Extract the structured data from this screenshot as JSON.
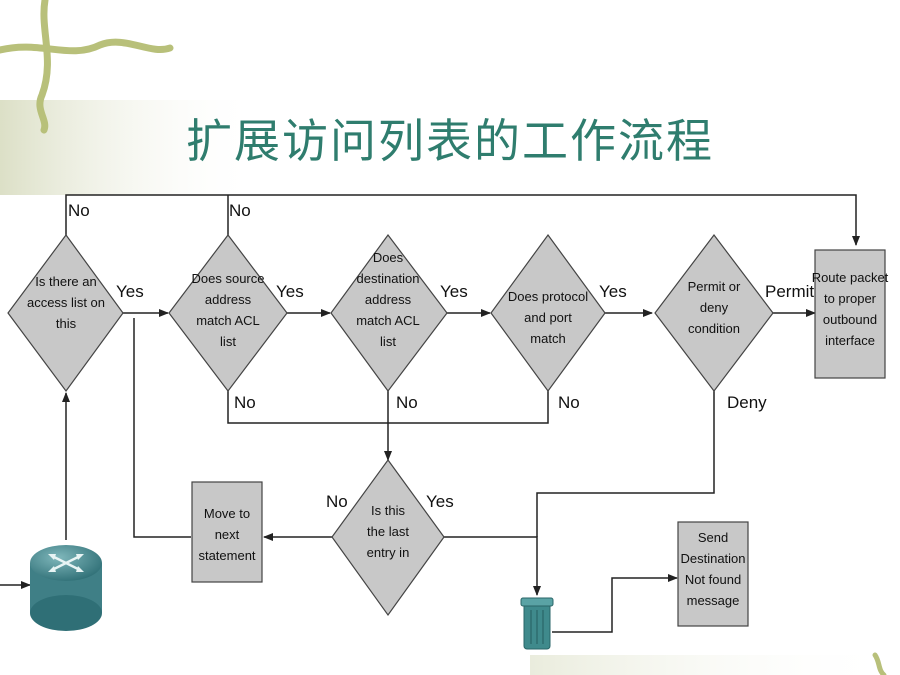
{
  "title": "扩展访问列表的工作流程",
  "nodes": {
    "access_list": [
      "Is there an",
      "access list on",
      "this"
    ],
    "source": [
      "Does source",
      "address",
      "match ACL",
      "list"
    ],
    "destination": [
      "Does",
      "destination",
      "address",
      "match ACL",
      "list"
    ],
    "protocol": [
      "Does protocol",
      "and port",
      "match"
    ],
    "permit_deny": [
      "Permit or",
      "deny",
      "condition"
    ],
    "route": [
      "Route packet",
      "to proper",
      "outbound",
      "interface"
    ],
    "last_entry": [
      "Is this",
      "the last",
      "entry in"
    ],
    "move_next": [
      "Move to",
      "next",
      "statement"
    ],
    "send_dest": [
      "Send",
      "Destination",
      "Not found",
      "message"
    ]
  },
  "edges": {
    "no_top_1": "No",
    "no_top_2": "No",
    "yes_1": "Yes",
    "yes_2": "Yes",
    "yes_3": "Yes",
    "yes_4": "Yes",
    "permit": "Permit",
    "no_src": "No",
    "no_dst": "No",
    "no_proto": "No",
    "deny": "Deny",
    "no_last": "No",
    "yes_last": "Yes"
  },
  "colors": {
    "title": "#2f7d6e",
    "node_fill": "#c8c8c8",
    "line": "#222222",
    "router": "#4f8f95",
    "bin": "#3f8a8c"
  },
  "icons": {
    "router": "router-icon",
    "bin": "trash-bin-icon",
    "decoration": "floral-vine-decoration"
  }
}
